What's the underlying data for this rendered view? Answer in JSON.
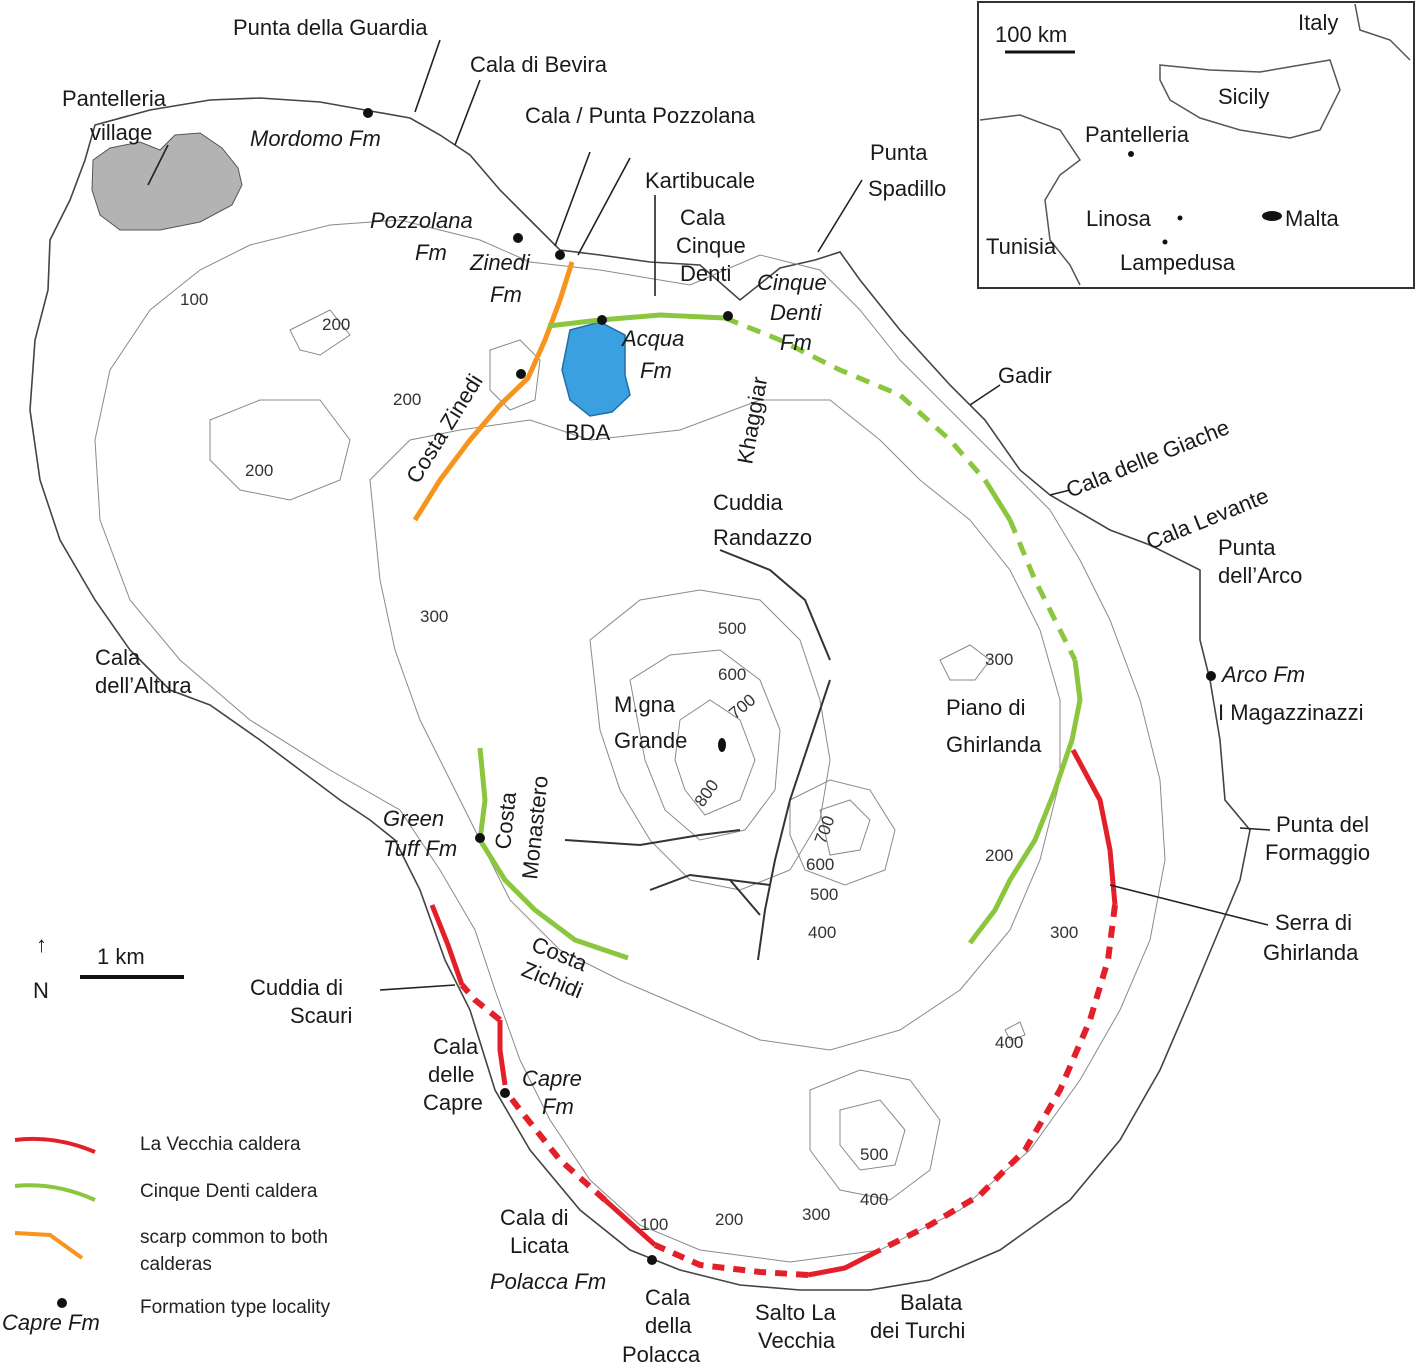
{
  "colors": {
    "la_vecchia": "#e3202a",
    "cinque_denti": "#8cc63f",
    "common_scarp": "#f7941d",
    "lake": "#3aa0e0",
    "village": "#b3b3b3"
  },
  "place_labels": {
    "punta_della_guardia": "Punta della Guardia",
    "cala_di_bevira": "Cala di Bevira",
    "pantelleria_village_1": "Pantelleria",
    "pantelleria_village_2": "village",
    "mordomo_fm": "Mordomo Fm",
    "cala_punta_pozzolana": "Cala / Punta Pozzolana",
    "kartibucale": "Kartibucale",
    "punta_spadillo_1": "Punta",
    "punta_spadillo_2": "Spadillo",
    "cala_cinque_denti_1": "Cala",
    "cala_cinque_denti_2": "Cinque",
    "cala_cinque_denti_3": "Denti",
    "pozzolana_fm_1": "Pozzolana",
    "pozzolana_fm_2": "Fm",
    "zinedi_fm_1": "Zinedi",
    "zinedi_fm_2": "Fm",
    "cinque_denti_fm_1": "Cinque",
    "cinque_denti_fm_2": "Denti",
    "cinque_denti_fm_3": "Fm",
    "acqua_fm_1": "Acqua",
    "acqua_fm_2": "Fm",
    "bda": "BDA",
    "khaggiar": "Khaggiar",
    "costa_zinedi": "Costa Zinedi",
    "gadir": "Gadir",
    "cala_delle_giache": "Cala delle Giache",
    "cala_levante": "Cala Levante",
    "punta_dell_arco_1": "Punta",
    "punta_dell_arco_2": "dell’Arco",
    "cuddia_randazzo_1": "Cuddia",
    "cuddia_randazzo_2": "Randazzo",
    "cala_dell_altura_1": "Cala",
    "cala_dell_altura_2": "dell’Altura",
    "arco_fm": "Arco Fm",
    "i_magazzinazzi": "I Magazzinazzi",
    "mgna_grande_1": "M.gna",
    "mgna_grande_2": "Grande",
    "piano_di_ghirlanda_1": "Piano di",
    "piano_di_ghirlanda_2": "Ghirlanda",
    "green_tuff_fm_1": "Green",
    "green_tuff_fm_2": "Tuff Fm",
    "costa_monastero_1": "Costa",
    "costa_monastero_2": "Monastero",
    "punta_del_formaggio_1": "Punta del",
    "punta_del_formaggio_2": "Formaggio",
    "serra_di_ghirlanda_1": "Serra di",
    "serra_di_ghirlanda_2": "Ghirlanda",
    "costa_zichidi_1": "Costa",
    "costa_zichidi_2": "Zichidi",
    "cuddia_di_scauri_1": "Cuddia di",
    "cuddia_di_scauri_2": "Scauri",
    "cala_delle_capre_1": "Cala",
    "cala_delle_capre_2": "delle",
    "cala_delle_capre_3": "Capre",
    "capre_fm_1": "Capre",
    "capre_fm_2": "Fm",
    "cala_di_licata_1": "Cala di",
    "cala_di_licata_2": "Licata",
    "polacca_fm": "Polacca Fm",
    "cala_della_polacca_1": "Cala",
    "cala_della_polacca_2": "della",
    "cala_della_polacca_3": "Polacca",
    "salto_la_vecchia_1": "Salto La",
    "salto_la_vecchia_2": "Vecchia",
    "balata_dei_turchi_1": "Balata",
    "balata_dei_turchi_2": "dei Turchi"
  },
  "contour_labels": {
    "c100_nw": "100",
    "c200_a": "200",
    "c200_b": "200",
    "c200_c": "200",
    "c300_w": "300",
    "c500_a": "500",
    "c600_a": "600",
    "c700_a": "700",
    "c800": "800",
    "c700_b": "700",
    "c600_b": "600",
    "c500_b": "500",
    "c400_a": "400",
    "c300_e": "300",
    "c200_e": "200",
    "c300_se": "300",
    "c400_se": "400",
    "c500_s": "500",
    "c400_s": "400",
    "c300_s": "300",
    "c200_s": "200",
    "c100_s": "100"
  },
  "inset": {
    "scale": "100 km",
    "italy": "Italy",
    "sicily": "Sicily",
    "pantelleria": "Pantelleria",
    "tunisia": "Tunisia",
    "linosa": "Linosa",
    "malta": "Malta",
    "lampedusa": "Lampedusa"
  },
  "scale_bar": {
    "label": "1 km"
  },
  "north": {
    "arrow": "↑",
    "label": "N"
  },
  "legend": {
    "la_vecchia": "La Vecchia caldera",
    "cinque_denti": "Cinque Denti caldera",
    "common_1": "scarp common to both",
    "common_2": "calderas",
    "type_locality_sample": "Capre Fm",
    "type_locality": "Formation type locality"
  }
}
